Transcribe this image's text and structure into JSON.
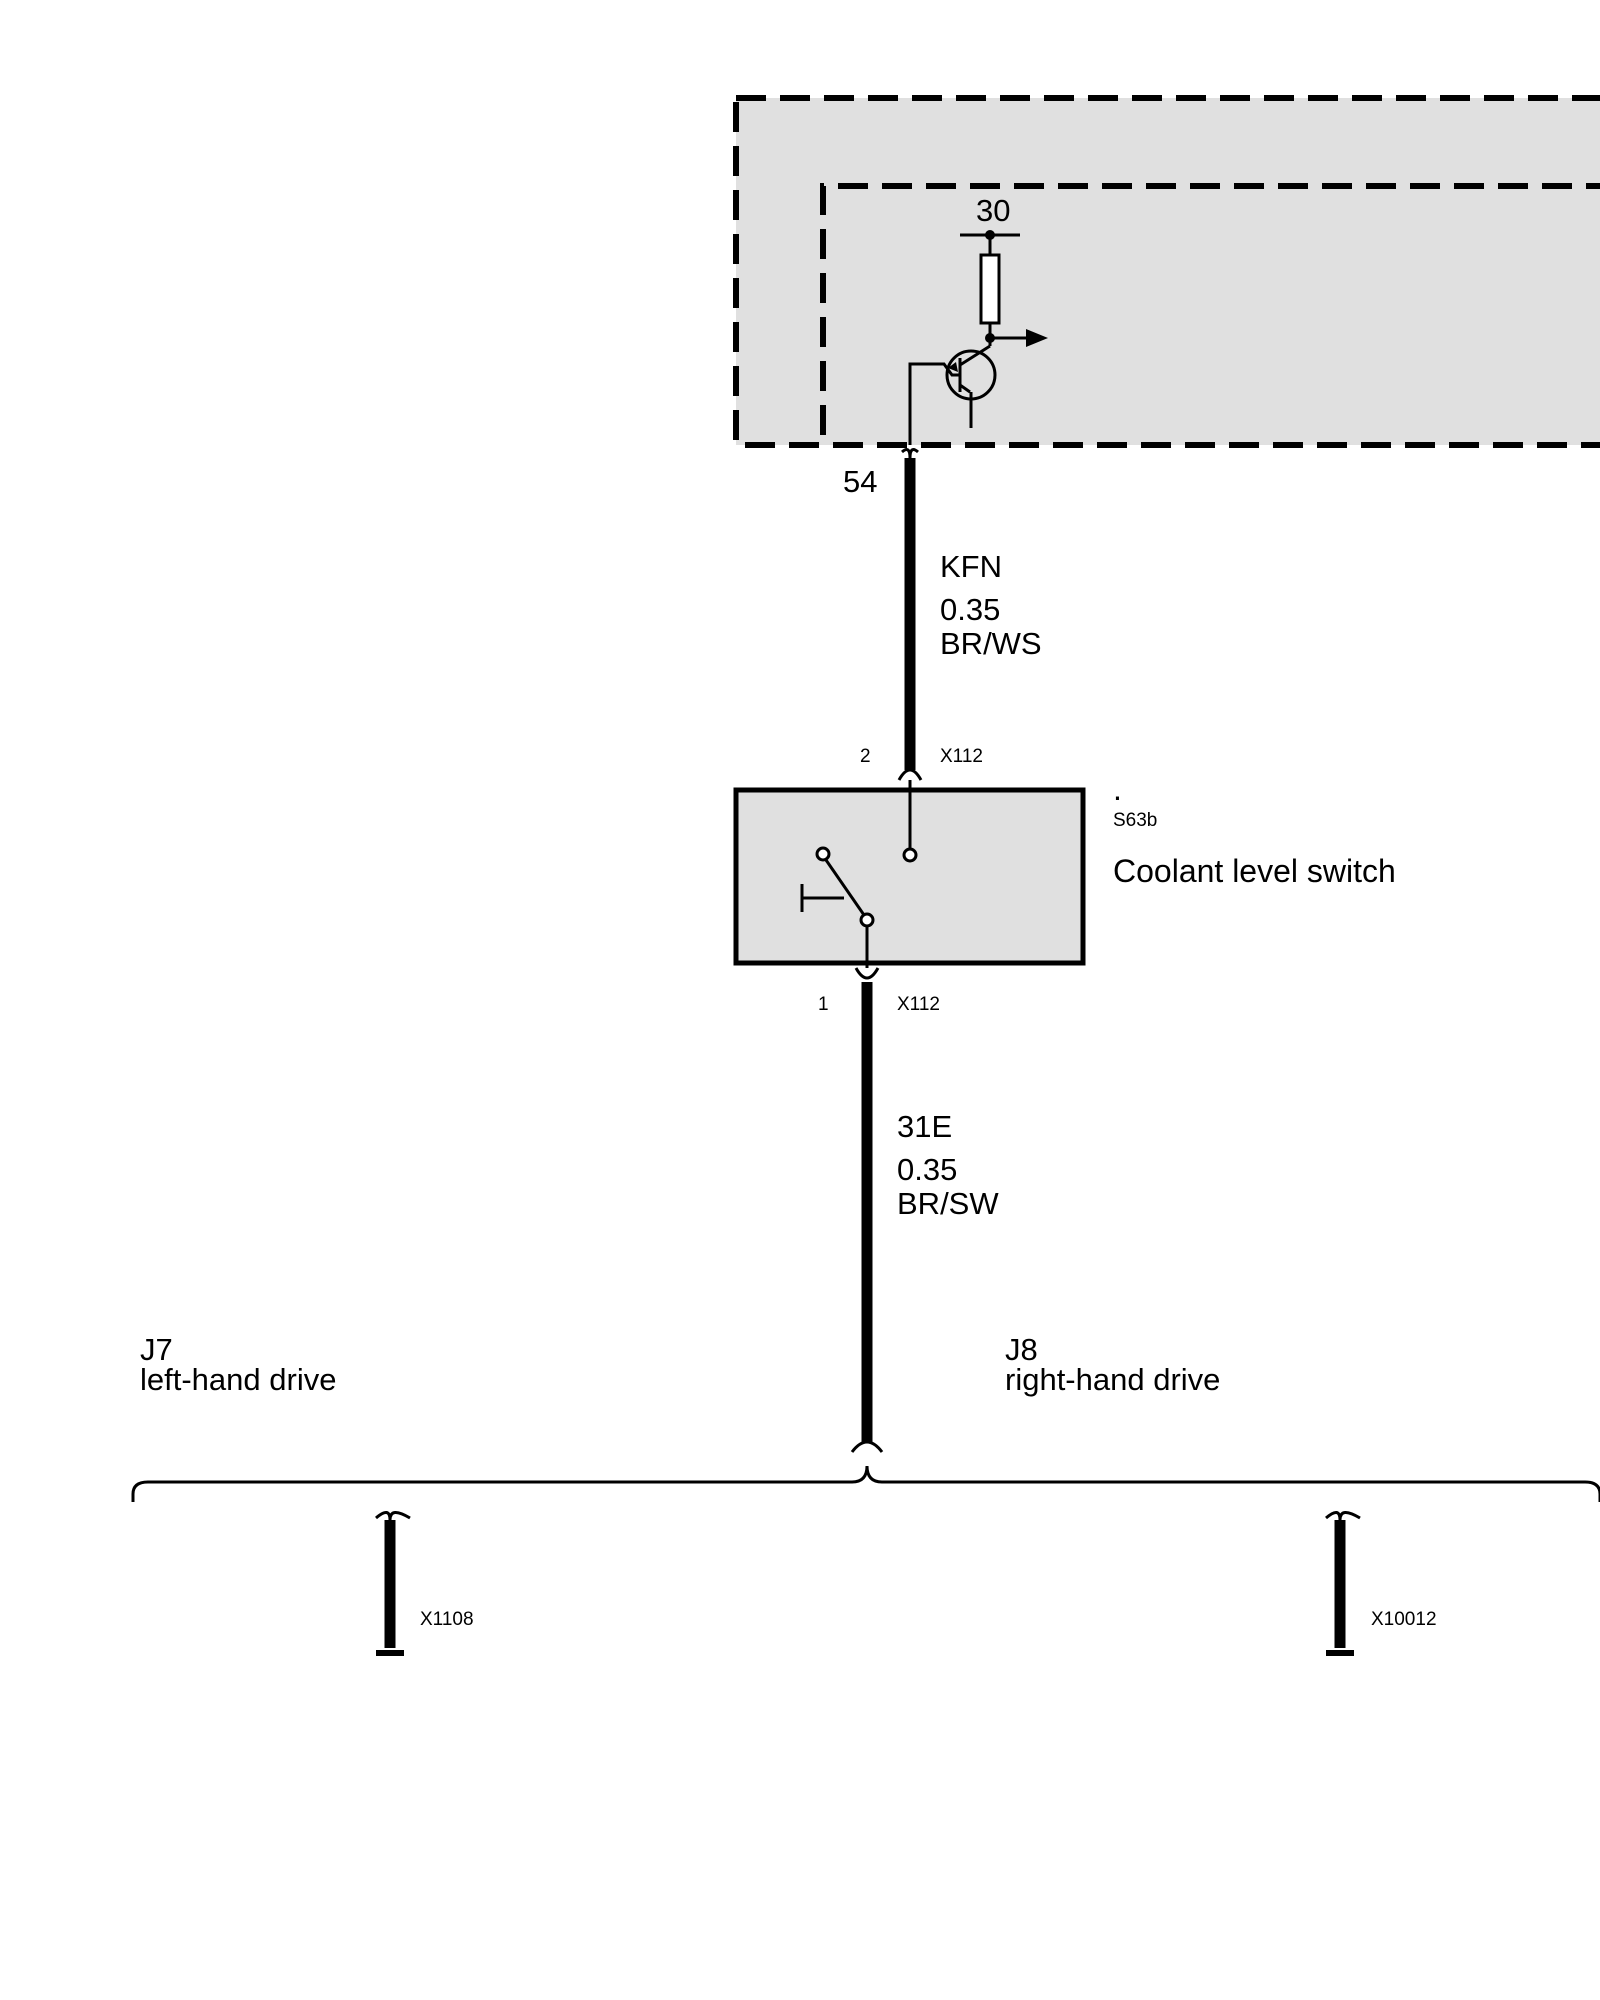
{
  "control_unit": {
    "terminal_30": "30",
    "pin_54": "54"
  },
  "wire_upper": {
    "name": "KFN",
    "size": "0.35",
    "color": "BR/WS"
  },
  "connector_top": {
    "pin": "2",
    "name": "X112"
  },
  "switch": {
    "dot": ".",
    "id": "S63b",
    "label": "Coolant level switch"
  },
  "connector_bottom": {
    "pin": "1",
    "name": "X112"
  },
  "wire_lower": {
    "name": "31E",
    "size": "0.35",
    "color": "BR/SW"
  },
  "variant_left": {
    "id": "J7",
    "label": "left-hand drive"
  },
  "variant_right": {
    "id": "J8",
    "label": "right-hand drive"
  },
  "ground_left": {
    "name": "X1108"
  },
  "ground_right": {
    "name": "X10012"
  }
}
